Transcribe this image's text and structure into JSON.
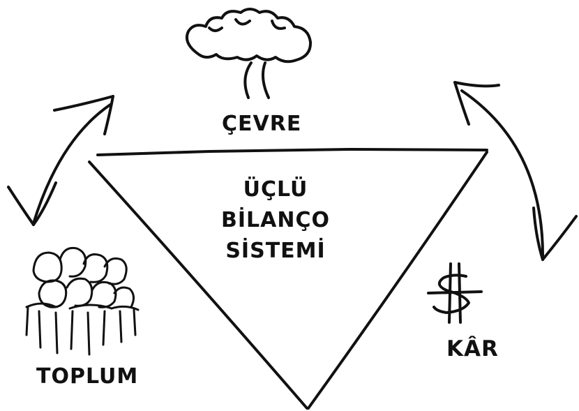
{
  "colors": {
    "ink": "#111111",
    "background": "#ffffff"
  },
  "diagram": {
    "center_lines": [
      "ÜÇLÜ",
      "BİLANÇO",
      "SİSTEMİ"
    ],
    "nodes": {
      "environment": {
        "label": "ÇEVRE",
        "icon": "tree-icon"
      },
      "society": {
        "label": "TOPLUM",
        "icon": "crowd-icon"
      },
      "profit": {
        "label": "KÂR",
        "icon": "dollar-sign-icon"
      }
    },
    "arrows": [
      {
        "from": "environment",
        "to": "society",
        "type": "double-headed"
      },
      {
        "from": "environment",
        "to": "profit",
        "type": "double-headed"
      }
    ]
  }
}
